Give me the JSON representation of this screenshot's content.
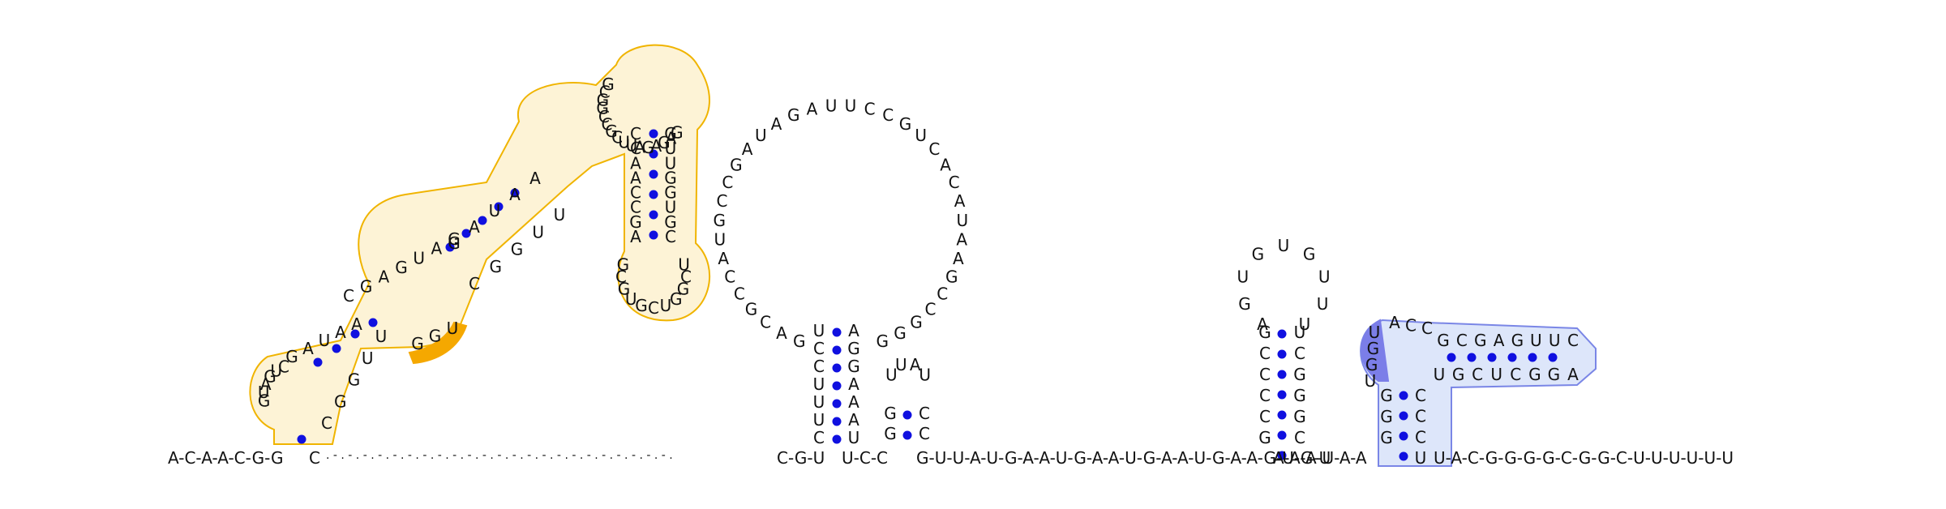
{
  "diagram": {
    "type": "rna-secondary-structure",
    "colors": {
      "pair_dot": "#1010e0",
      "nucleotide": "#111111",
      "backbone": "#222222",
      "highlight_orange_fill": "#fdf3d6",
      "highlight_orange_stroke": "#f0b400",
      "highlight_orange_strong": "#f5a800",
      "highlight_blue_fill": "#dde6fa",
      "highlight_blue_stroke": "#7a86e6",
      "highlight_blue_strong": "#7b7ee8"
    },
    "baseline": {
      "left_sequence": "A-C-A-A-C-G-G",
      "left_tail": "C",
      "dotted_gap": ". - . - . - . - . - . - . - . - . - . - . - . - . - . - . - . - . - . - . - . - . - . - . - .",
      "middle_1": "C-G-U",
      "middle_2": "U-C-C",
      "linker": "G-U-U-A-U-G-A-A-U-G-A-A-U-G-A-A-U-G-A-A-G-U-G-U",
      "linker_2": "A-A-A-U-A-A",
      "right_sequence": "U-A-C-G-G-G-G-C-G-G-C-U-U-U-U-U-U"
    },
    "left_structure": {
      "hairpin1_left": [
        "G",
        "U",
        "A",
        "G",
        "U",
        "C",
        "G",
        "A",
        "G",
        "U",
        "A",
        "G",
        "U",
        "A",
        "G",
        "G",
        "C",
        "G",
        "G",
        "C",
        "C"
      ],
      "hairpin1_right": [
        "U",
        "A",
        "A",
        "C",
        "C",
        "A",
        "C",
        "C",
        "C",
        "C",
        "G",
        "G"
      ],
      "helix_a_5p": [
        "G",
        "A",
        "U",
        "A",
        "A"
      ],
      "helix_a_3p": [
        "C",
        "G",
        "G",
        "U",
        "U"
      ],
      "loop_top_5p": [
        "C",
        "G",
        "A",
        "G",
        "U",
        "A",
        "G"
      ],
      "orange_highlight_bases": [
        "G",
        "G",
        "U"
      ],
      "cloverleaf_top": [
        "G",
        "C",
        "G",
        "G",
        "C",
        "C",
        "G",
        "C",
        "U",
        "U",
        "A",
        "G",
        "A",
        "G",
        "A",
        "G"
      ],
      "stem_right_5p": [
        "C",
        "C",
        "A",
        "A",
        "C",
        "C",
        "G",
        "A"
      ],
      "stem_right_3p": [
        "G",
        "U",
        "U",
        "G",
        "G",
        "U",
        "G",
        "C"
      ],
      "hairpin_bottom_loop": [
        "G",
        "C",
        "G",
        "U",
        "G",
        "C",
        "U",
        "G",
        "G",
        "C",
        "U"
      ]
    },
    "big_loop": {
      "loop_bases": [
        "G",
        "A",
        "C",
        "G",
        "C",
        "C",
        "A",
        "U",
        "G",
        "C",
        "C",
        "G",
        "A",
        "U",
        "A",
        "G",
        "A",
        "U",
        "U",
        "C",
        "C",
        "G",
        "U",
        "C",
        "A",
        "C",
        "A",
        "U",
        "A",
        "A",
        "G",
        "C",
        "C",
        "G",
        "G",
        "G"
      ],
      "stem_5p": [
        "U",
        "C",
        "C",
        "U",
        "U",
        "U",
        "C"
      ],
      "stem_3p": [
        "A",
        "G",
        "G",
        "A",
        "A",
        "A",
        "U"
      ]
    },
    "small_hairpin": {
      "loop": [
        "U",
        "U",
        "A",
        "U"
      ],
      "stem_5p": [
        "G",
        "G"
      ],
      "stem_3p": [
        "C",
        "C"
      ]
    },
    "right_hairpin": {
      "loop": [
        "A",
        "G",
        "U",
        "G",
        "U",
        "G",
        "U",
        "U",
        "U"
      ],
      "stem_5p": [
        "G",
        "C",
        "C",
        "C",
        "C",
        "G"
      ],
      "stem_3p": [
        "U",
        "C",
        "G",
        "G",
        "G",
        "C"
      ]
    },
    "blue_structure": {
      "highlight_bases": [
        "U",
        "G",
        "G",
        "U"
      ],
      "top_loop": [
        "A",
        "C",
        "C"
      ],
      "arm_top": [
        "G",
        "C",
        "G",
        "A",
        "G",
        "U",
        "U",
        "C"
      ],
      "arm_bottom": [
        "U",
        "G",
        "C",
        "U",
        "C",
        "G",
        "G",
        "A"
      ],
      "stem_5p": [
        "G",
        "G",
        "G"
      ],
      "stem_3p": [
        "C",
        "C",
        "C",
        "U"
      ]
    }
  }
}
